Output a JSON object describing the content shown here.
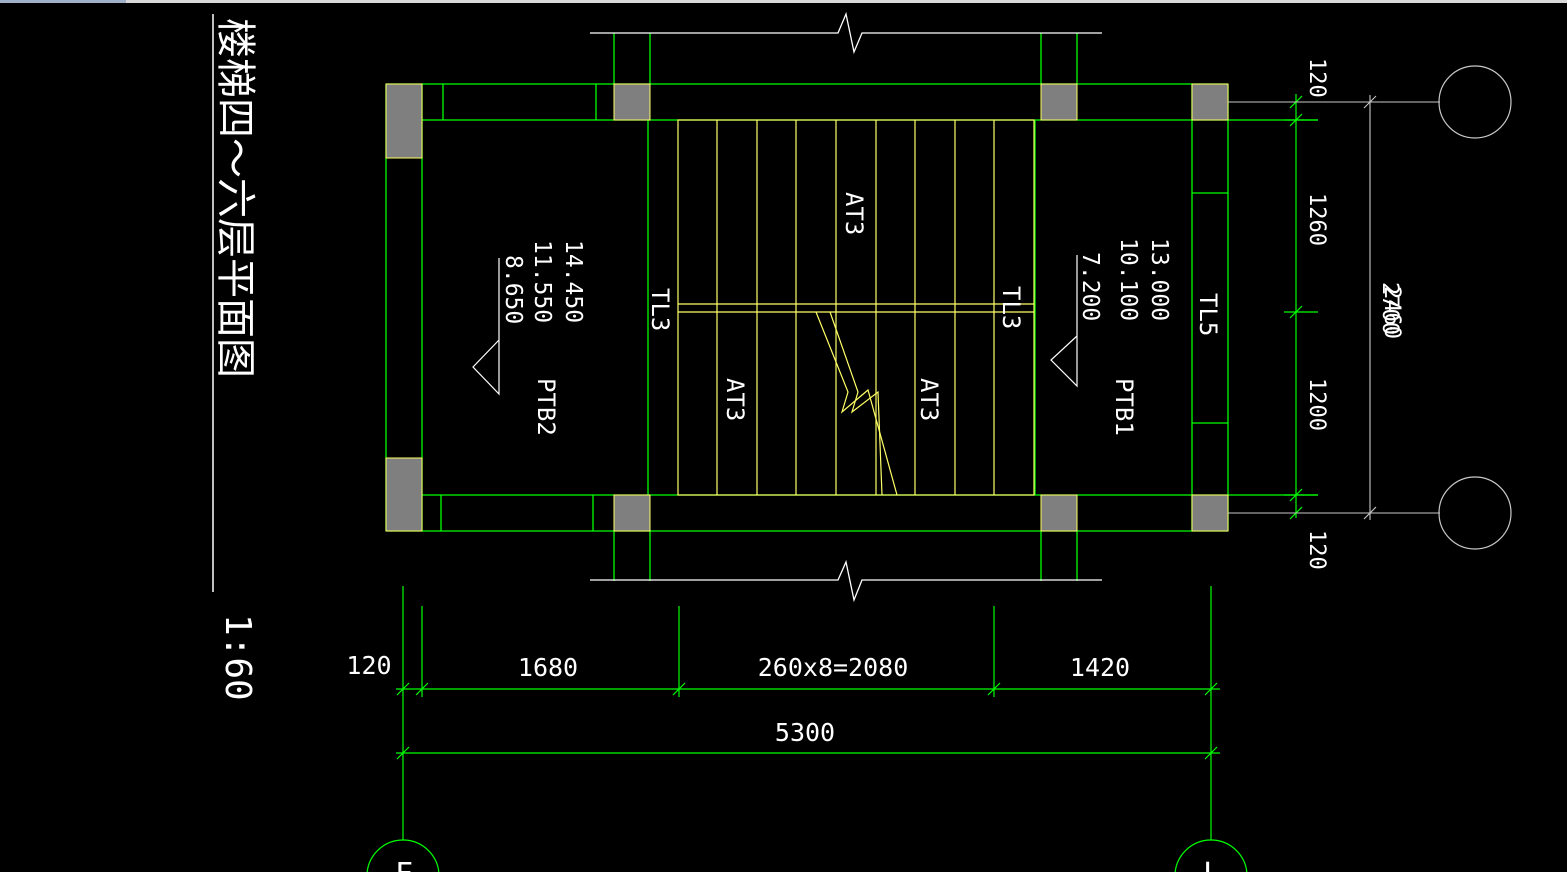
{
  "drawing": {
    "title": "楼梯四～六层平面图",
    "scale": "1:60",
    "colors": {
      "background": "#000000",
      "wall_lines": "#00ff00",
      "stair_lines": "#ffff66",
      "column_fill": "#808080",
      "text": "#ffffff"
    },
    "members": {
      "flight_top": "AT3",
      "flight_bottom_left": "AT3",
      "flight_bottom_right": "AT3",
      "beam_left": "TL3",
      "beam_right": "TL3",
      "beam_edge": "TL5",
      "slab_left": "PTB2",
      "slab_right": "PTB1"
    },
    "elevations": {
      "left": [
        "14.450",
        "11.550",
        "8.650"
      ],
      "right": [
        "13.000",
        "10.100",
        "7.200"
      ]
    },
    "dimensions": {
      "horizontal": {
        "seg_120": "120",
        "seg_1680": "1680",
        "seg_treads": "260x8=2080",
        "seg_1420": "1420",
        "total": "5300"
      },
      "vertical": {
        "top_120": "120",
        "seg_1260": "1260",
        "seg_1200": "1200",
        "bottom_120": "120",
        "total_a": "2700",
        "total_b": "2460"
      }
    },
    "axis_bubbles": {
      "bottom_left": "F",
      "bottom_right": "L",
      "right_top": "",
      "right_bottom": ""
    }
  }
}
